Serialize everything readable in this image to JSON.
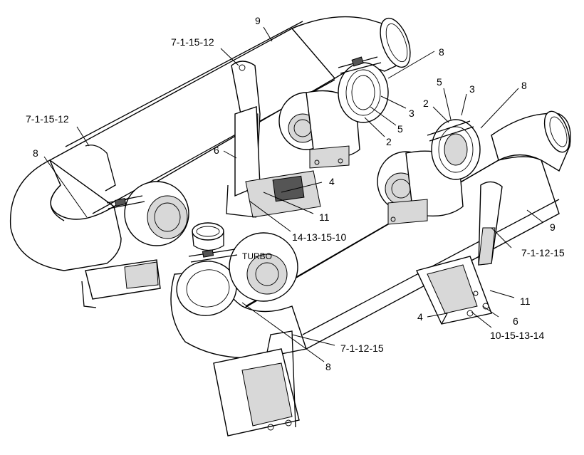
{
  "callouts": [
    {
      "id": "c1",
      "text": "9"
    },
    {
      "id": "c2",
      "text": "7-1-15-12"
    },
    {
      "id": "c3",
      "text": "8"
    },
    {
      "id": "c4",
      "text": "7-1-15-12"
    },
    {
      "id": "c5",
      "text": "8"
    },
    {
      "id": "c6",
      "text": "3"
    },
    {
      "id": "c7",
      "text": "5"
    },
    {
      "id": "c8",
      "text": "2"
    },
    {
      "id": "c9",
      "text": "5"
    },
    {
      "id": "c10",
      "text": "3"
    },
    {
      "id": "c11",
      "text": "2"
    },
    {
      "id": "c12",
      "text": "8"
    },
    {
      "id": "c13",
      "text": "6"
    },
    {
      "id": "c14",
      "text": "4"
    },
    {
      "id": "c15",
      "text": "11"
    },
    {
      "id": "c16",
      "text": "14-13-15-10"
    },
    {
      "id": "c17",
      "text": "9"
    },
    {
      "id": "c18",
      "text": "7-1-12-15"
    },
    {
      "id": "c19",
      "text": "11"
    },
    {
      "id": "c20",
      "text": "4"
    },
    {
      "id": "c21",
      "text": "6"
    },
    {
      "id": "c22",
      "text": "10-15-13-14"
    },
    {
      "id": "c23",
      "text": "7-1-12-15"
    },
    {
      "id": "c24",
      "text": "8"
    }
  ],
  "part_label": "TURBO"
}
